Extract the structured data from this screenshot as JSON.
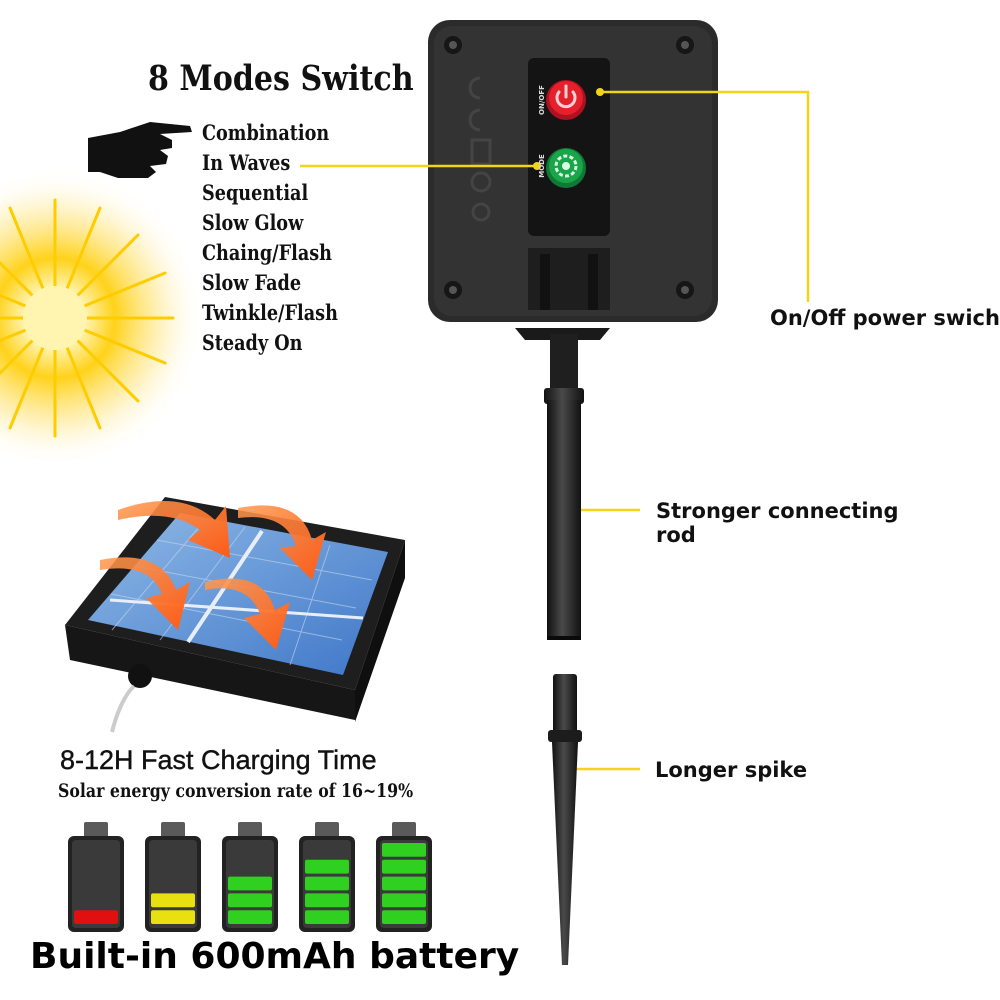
{
  "modes": {
    "title": "8 Modes Switch",
    "items": [
      "Combination",
      "In Waves",
      "Sequential",
      "Slow Glow",
      "Chaing/Flash",
      "Slow Fade",
      "Twinkle/Flash",
      "Steady On"
    ]
  },
  "controller": {
    "onoff_label": "ON/OFF",
    "mode_label": "MODE",
    "power_callout": "On/Off power swich"
  },
  "rod": {
    "callout_line1": "Stronger connecting",
    "callout_line2": "rod"
  },
  "spike": {
    "callout": "Longer spike"
  },
  "charging": {
    "title": "8-12H Fast Charging Time",
    "conversion": "Solar energy conversion rate of 16~19%"
  },
  "battery": {
    "caption": "Built-in 600mAh battery",
    "levels": [
      {
        "fill": 0.2,
        "color": "#e01010"
      },
      {
        "fill": 0.4,
        "color": "#e8e010"
      },
      {
        "fill": 0.6,
        "color": "#30d020"
      },
      {
        "fill": 0.8,
        "color": "#30d020"
      },
      {
        "fill": 1.0,
        "color": "#30d020"
      }
    ]
  },
  "colors": {
    "leader_line": "#f2d51a",
    "power_button": "#e4202c",
    "mode_button": "#1aa54a"
  },
  "icons": [
    "pointing-hand-icon",
    "sun-icon",
    "solar-panel-icon",
    "power-icon",
    "gear-icon",
    "ce-mark-icon",
    "fcc-mark-icon"
  ]
}
